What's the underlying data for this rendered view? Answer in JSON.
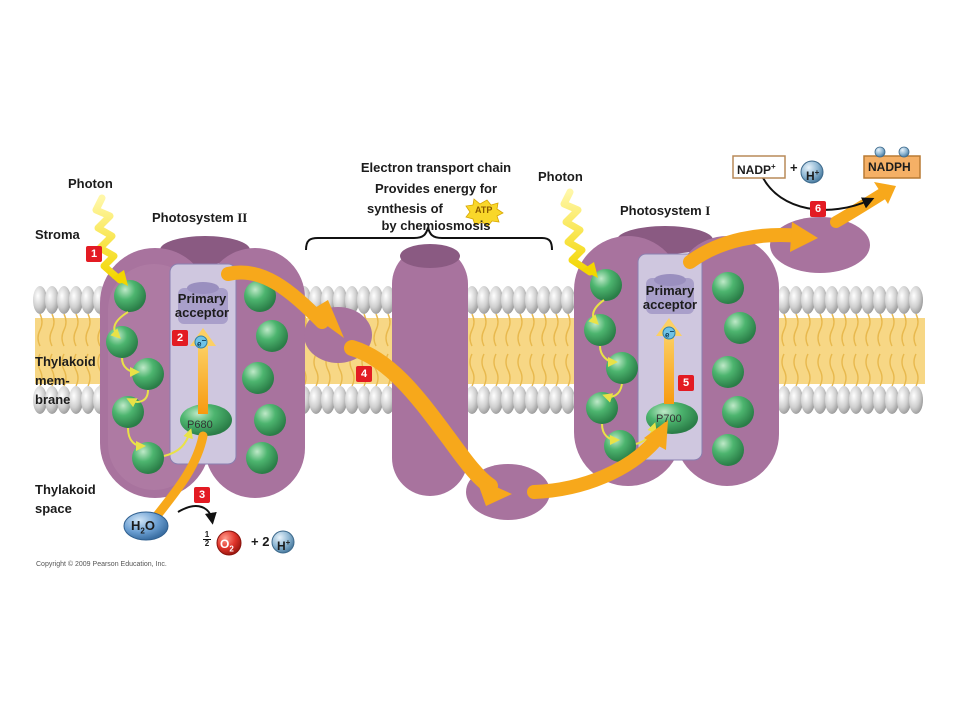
{
  "labels": {
    "photon_left": "Photon",
    "photon_right": "Photon",
    "stroma": "Stroma",
    "thylakoid_membrane_1": "Thylakoid",
    "thylakoid_membrane_2": "mem-",
    "thylakoid_membrane_3": "brane",
    "thylakoid_space_1": "Thylakoid",
    "thylakoid_space_2": "space",
    "photosystem_2_prefix": "Photosystem ",
    "photosystem_2_num": "II",
    "photosystem_1_prefix": "Photosystem ",
    "photosystem_1_num": "I",
    "etc_title": "Electron transport chain",
    "etc_line2": "Provides energy for",
    "etc_line3a": "synthesis of",
    "etc_atp": "ATP",
    "etc_line4": "by chemiosmosis",
    "primary_acceptor_left_1": "Primary",
    "primary_acceptor_left_2": "acceptor",
    "primary_acceptor_right_1": "Primary",
    "primary_acceptor_right_2": "acceptor",
    "electron": "e",
    "p680": "P680",
    "p700": "P700",
    "h2o": "H",
    "h2o_sub": "2",
    "h2o_o": "O",
    "half_num": "1",
    "half_den": "2",
    "o2": "O",
    "o2_sub": "2",
    "plus_2": "+ 2",
    "h_plus": "H",
    "plus_sign": "+",
    "nadp": "NADP",
    "nadp_plus_sign": "+",
    "plus_between": "+",
    "nadp_h": "H",
    "nadph": "NADPH",
    "copyright": "Copyright © 2009 Pearson Education, Inc."
  },
  "steps": [
    "1",
    "2",
    "3",
    "4",
    "5",
    "6"
  ],
  "colors": {
    "membrane_core": "#f7d785",
    "lipid_head": "#d6d6d6",
    "protein": "#a8739e",
    "protein_dark": "#8a5a82",
    "chlorophyll": "#4db56f",
    "arrow": "#f7a81b",
    "step_badge": "#e31b23",
    "oxygen": "#e0342a",
    "hydrogen": "#8fb7d3",
    "water": "#6b9fd2",
    "nadph_box": "#f5b066"
  }
}
